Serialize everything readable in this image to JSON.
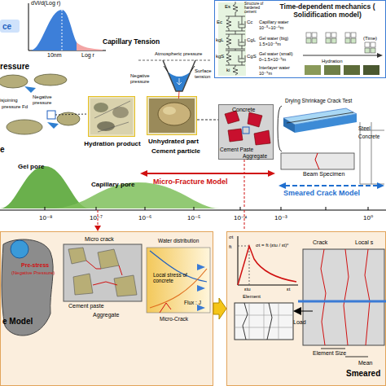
{
  "diagram": {
    "nodes": [
      {
        "text": [
          "Time-dependent mechanics ( Solidification model)"
        ]
      },
      {
        "text": [
          "Hydration product"
        ]
      },
      {
        "text": [
          "Unhydrated part"
        ]
      },
      {
        "text": [
          "Concrete"
        ]
      },
      {
        "text": [
          "e Model"
        ]
      },
      {
        "text": [
          "Smeared"
        ]
      }
    ],
    "edges": [
      {
        "from": 2,
        "to": 3,
        "arrow": "none"
      },
      {
        "from": 4,
        "to": 5,
        "arrow": "to"
      }
    ],
    "labels": [
      "dVi/d(Log r)",
      "ce",
      "10nm",
      "Log r",
      "ressure",
      "Capillary Tension",
      "Atmospheric pressure",
      "Surface tension",
      "Negative pressure",
      "isjoining",
      "Negative",
      "pressure",
      "pressure Fd",
      "e",
      "Cement particle",
      "Es",
      "Ec",
      "Cc",
      "kgL",
      "CgL",
      "kgS",
      "CgS",
      "ki",
      "Structure of hardened cement",
      "Capillary water",
      "10⁻⁵~10⁻⁶m",
      "Gel water (big)",
      "1.5×10⁻⁸m",
      "Gel water (small)",
      "0~1.5×10⁻⁹m",
      "Interlayer water",
      "10⁻⁹m",
      "Hydration",
      "(Time)",
      "Cement Paste",
      "Aggregate",
      "Drying Shrinkage Crack Test",
      "Steel",
      "Concrete",
      "Beam Specimen",
      "Micro-Fracture Model",
      "Smeared Crack Model",
      "Gel pore",
      "Capillary pore",
      "10⁻⁸",
      "10⁻⁷",
      "10⁻⁶",
      "10⁻⁵",
      "10⁻⁴",
      "10⁻³",
      "10⁰",
      "Pre-stress",
      "(Negative Pressure)",
      "Micro crack",
      "Cement paste",
      "Aggregate",
      "Water distribution",
      "Local stress of concrete",
      "Flux : J",
      "Micro-Crack",
      "σt",
      "ft",
      "σt = ft (εtu / εt)ᶜ",
      "εtu",
      "εt",
      "Element",
      "Crack",
      "Local s",
      "Load",
      "Element Size",
      "Mean"
    ]
  }
}
